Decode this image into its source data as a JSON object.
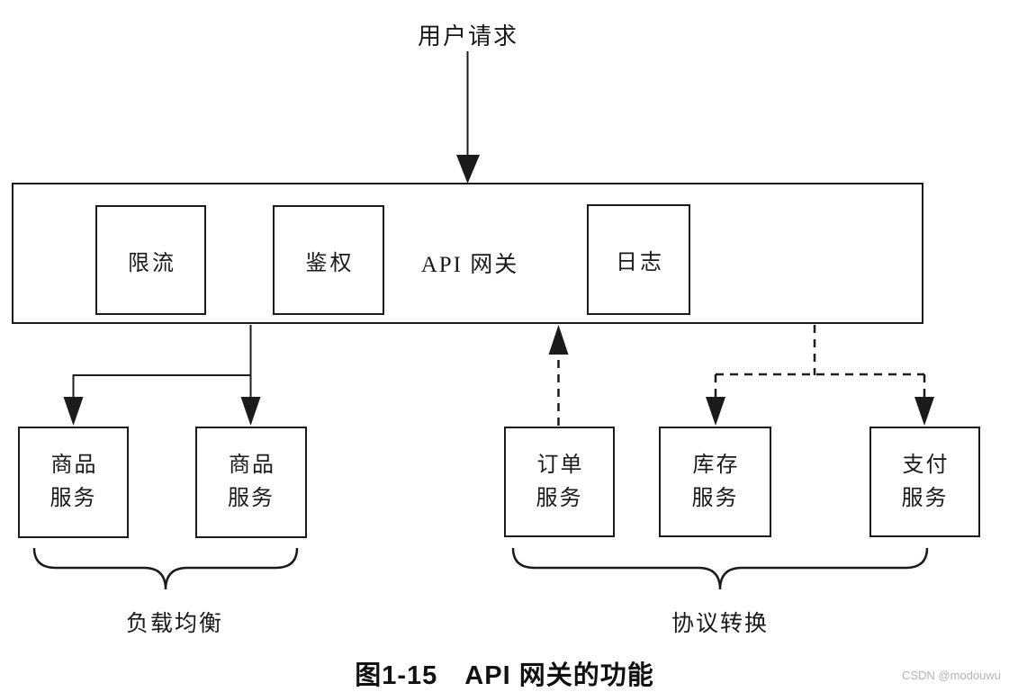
{
  "top_label": "用户请求",
  "gateway": {
    "label": "API 网关",
    "modules": [
      {
        "label": "限流"
      },
      {
        "label": "鉴权"
      },
      {
        "label": "日志"
      }
    ]
  },
  "services": [
    {
      "label": "商品\n服务"
    },
    {
      "label": "商品\n服务"
    },
    {
      "label": "订单\n服务"
    },
    {
      "label": "库存\n服务"
    },
    {
      "label": "支付\n服务"
    }
  ],
  "groups": [
    {
      "label": "负载均衡"
    },
    {
      "label": "协议转换"
    }
  ],
  "caption": "图1-15　API 网关的功能",
  "watermark": "CSDN @modouwu",
  "colors": {
    "line": "#1b1b1b",
    "text": "#1a1a1a",
    "caption": "#111111",
    "watermark": "#b5b5b5",
    "background": "#ffffff"
  }
}
